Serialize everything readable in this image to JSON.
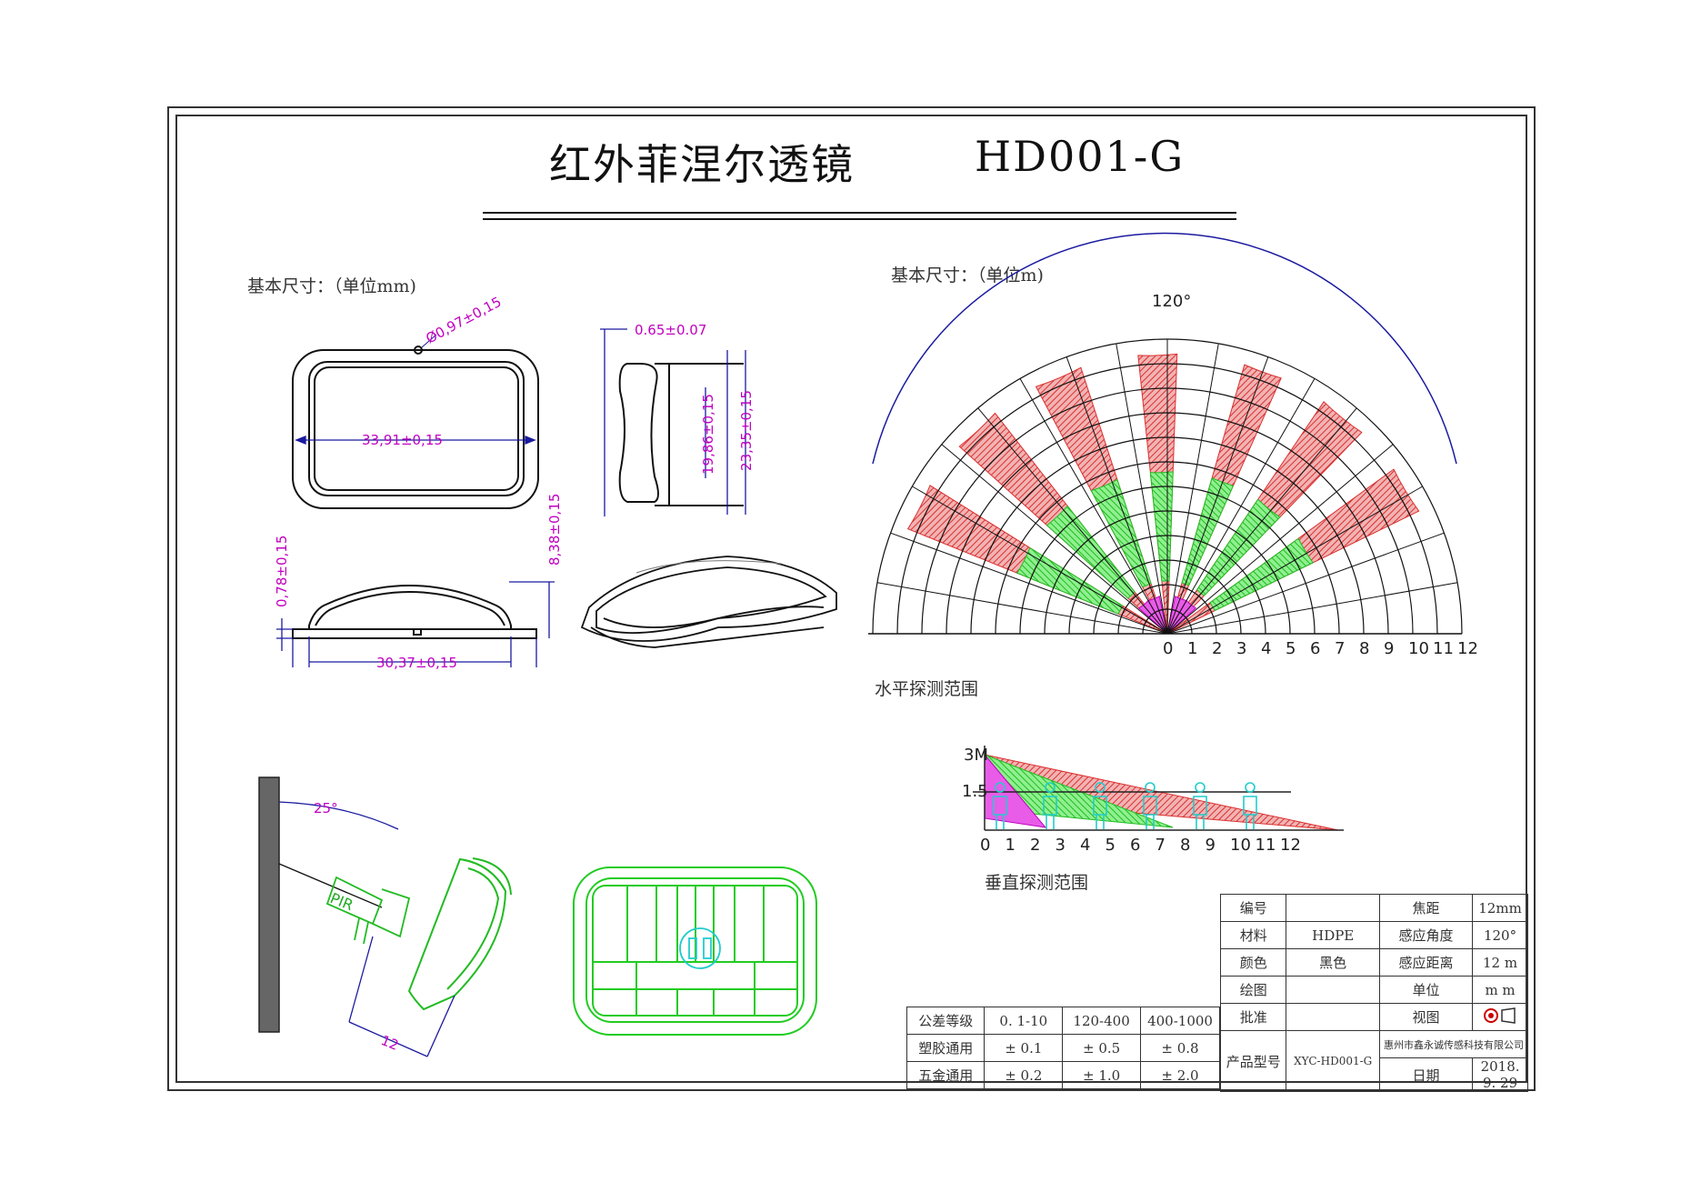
{
  "title": {
    "name": "红外菲涅尔透镜",
    "model": "HD001-G"
  },
  "sections": {
    "basic_dims_mm": "基本尺寸：（单位mm)",
    "basic_dims_m": "基本尺寸：（单位m)",
    "horizontal_range": "水平探测范围",
    "vertical_range": "垂直探测范围"
  },
  "dimensions": {
    "hole": "Ø0,97±0,15",
    "width": "33,91±0,15",
    "inner_width": "30,37±0,15",
    "height_total": "8,38±0,15",
    "base_thk": "0,78±0,15",
    "wall": "0.65±0.07",
    "inner_len": "19,86±0,15",
    "outer_len": "23,35±0,15",
    "mount_angle": "25°",
    "mount_dist": "12",
    "sensor": "PIR"
  },
  "horizontal_chart": {
    "angle_label": "120°",
    "scale": [
      "0",
      "1",
      "2",
      "3",
      "4",
      "5",
      "6",
      "7",
      "8",
      "9",
      "10",
      "11",
      "12"
    ]
  },
  "vertical_chart": {
    "y_top": "3M",
    "y_mid": "1.5",
    "scale": [
      "0",
      "1",
      "2",
      "3",
      "4",
      "5",
      "6",
      "7",
      "8",
      "9",
      "10",
      "11",
      "12"
    ]
  },
  "spec_table": {
    "r1": [
      "编号",
      "",
      "焦距",
      "12mm"
    ],
    "r2": [
      "材料",
      "HDPE",
      "感应角度",
      "120°"
    ],
    "r3": [
      "颜色",
      "黑色",
      "感应距离",
      "12 m"
    ],
    "r4": [
      "绘图",
      "",
      "单位",
      "m m"
    ],
    "r5": [
      "批准",
      "",
      "视图",
      ""
    ],
    "model_label": "产品型号",
    "model_value": "XYC-HD001-G",
    "company": "惠州市鑫永诚传感科技有限公司",
    "date_label": "日期",
    "date_value": "2018. 9. 29"
  },
  "tolerance_table": {
    "header": [
      "公差等级",
      "0. 1-10",
      "120-400",
      "400-1000"
    ],
    "plastic": [
      "塑胶通用",
      "± 0.1",
      "± 0.5",
      "± 0.8"
    ],
    "metal": [
      "五金通用",
      "± 0.2",
      "± 1.0",
      "± 2.0"
    ]
  },
  "colors": {
    "sector_red": "#d93030",
    "sector_green": "#22cc22",
    "dim_magenta": "#c000c0",
    "dim_blue": "#1a1aa0"
  }
}
